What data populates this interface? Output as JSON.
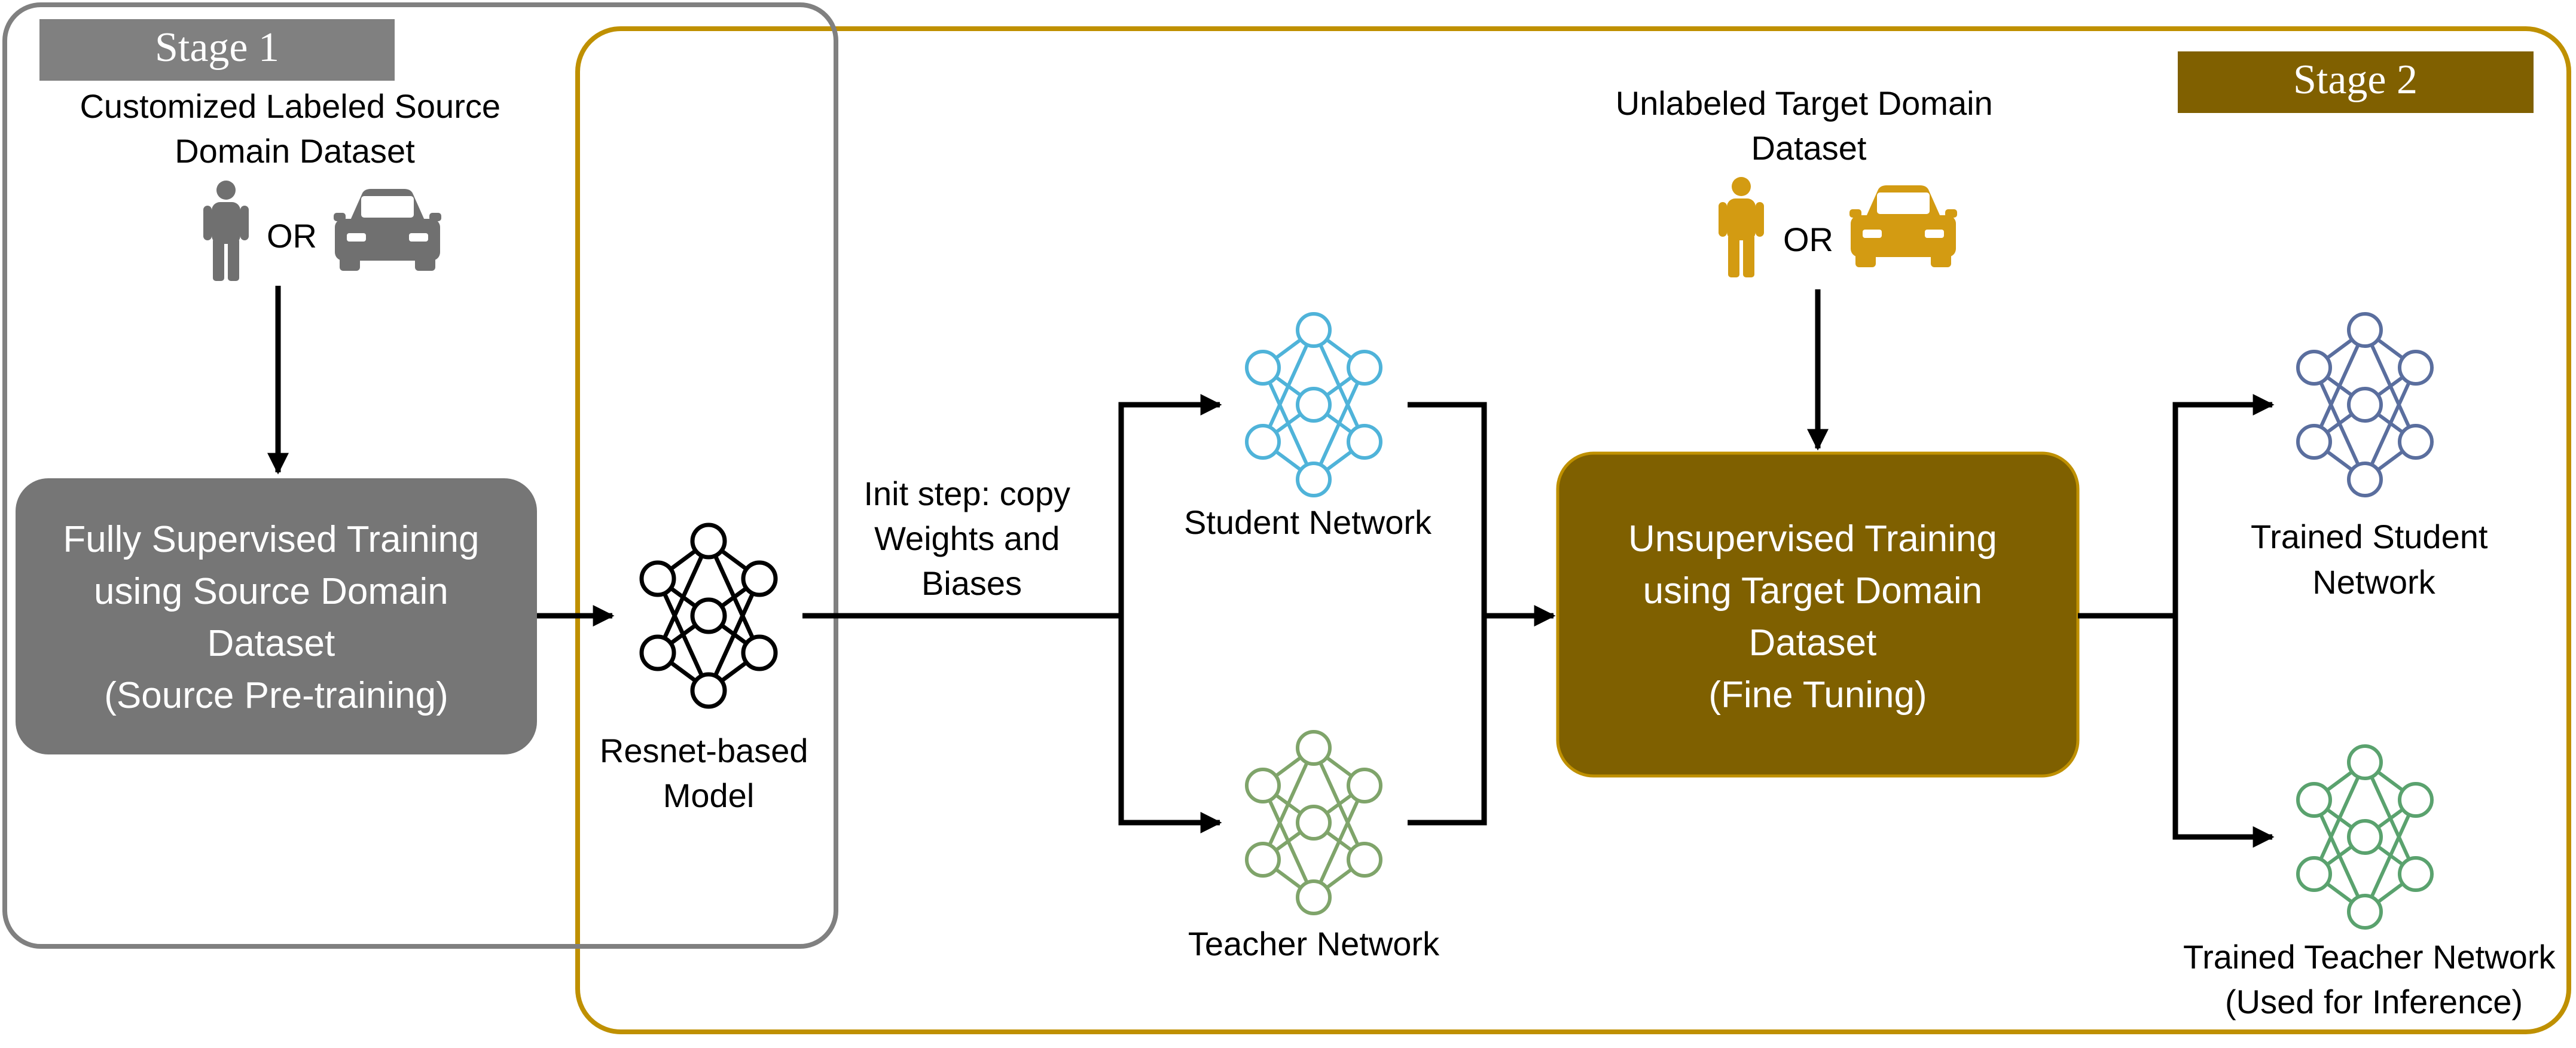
{
  "stage1": {
    "title": "Stage 1",
    "dataset_label": [
      "Customized Labeled Source",
      "Domain Dataset"
    ],
    "or_label": "OR",
    "box_lines": [
      "Fully Supervised Training",
      "using Source Domain",
      "Dataset",
      "(Source Pre-training)"
    ]
  },
  "stage2": {
    "title": "Stage 2",
    "dataset_label": [
      "Unlabeled Target Domain",
      "Dataset"
    ],
    "or_label": "OR",
    "box_lines": [
      "Unsupervised Training",
      "using Target Domain",
      "Dataset",
      "(Fine Tuning)"
    ]
  },
  "model_label": [
    "Resnet-based",
    "Model"
  ],
  "init_step_label": [
    "Init step: copy",
    "Weights and",
    "Biases"
  ],
  "student_label": "Student Network",
  "teacher_label": "Teacher Network",
  "trained_student_label": [
    "Trained Student",
    "Network"
  ],
  "trained_teacher_label": [
    "Trained Teacher Network",
    "(Used for Inference)"
  ],
  "colors": {
    "stage1": "#808080",
    "stage1_box": "#767676",
    "stage2": "#bf9000",
    "stage2_box": "#7f6000",
    "stage2_title": "#806000",
    "target_icons": "#d39b12",
    "model_net": "#000000",
    "student_net": "#4fb3d9",
    "teacher_net": "#7fa46a",
    "trained_student_net": "#5a6e9e",
    "trained_teacher_net": "#5aa26e"
  },
  "icons": [
    "person-icon",
    "car-icon",
    "neural-network-icon"
  ]
}
